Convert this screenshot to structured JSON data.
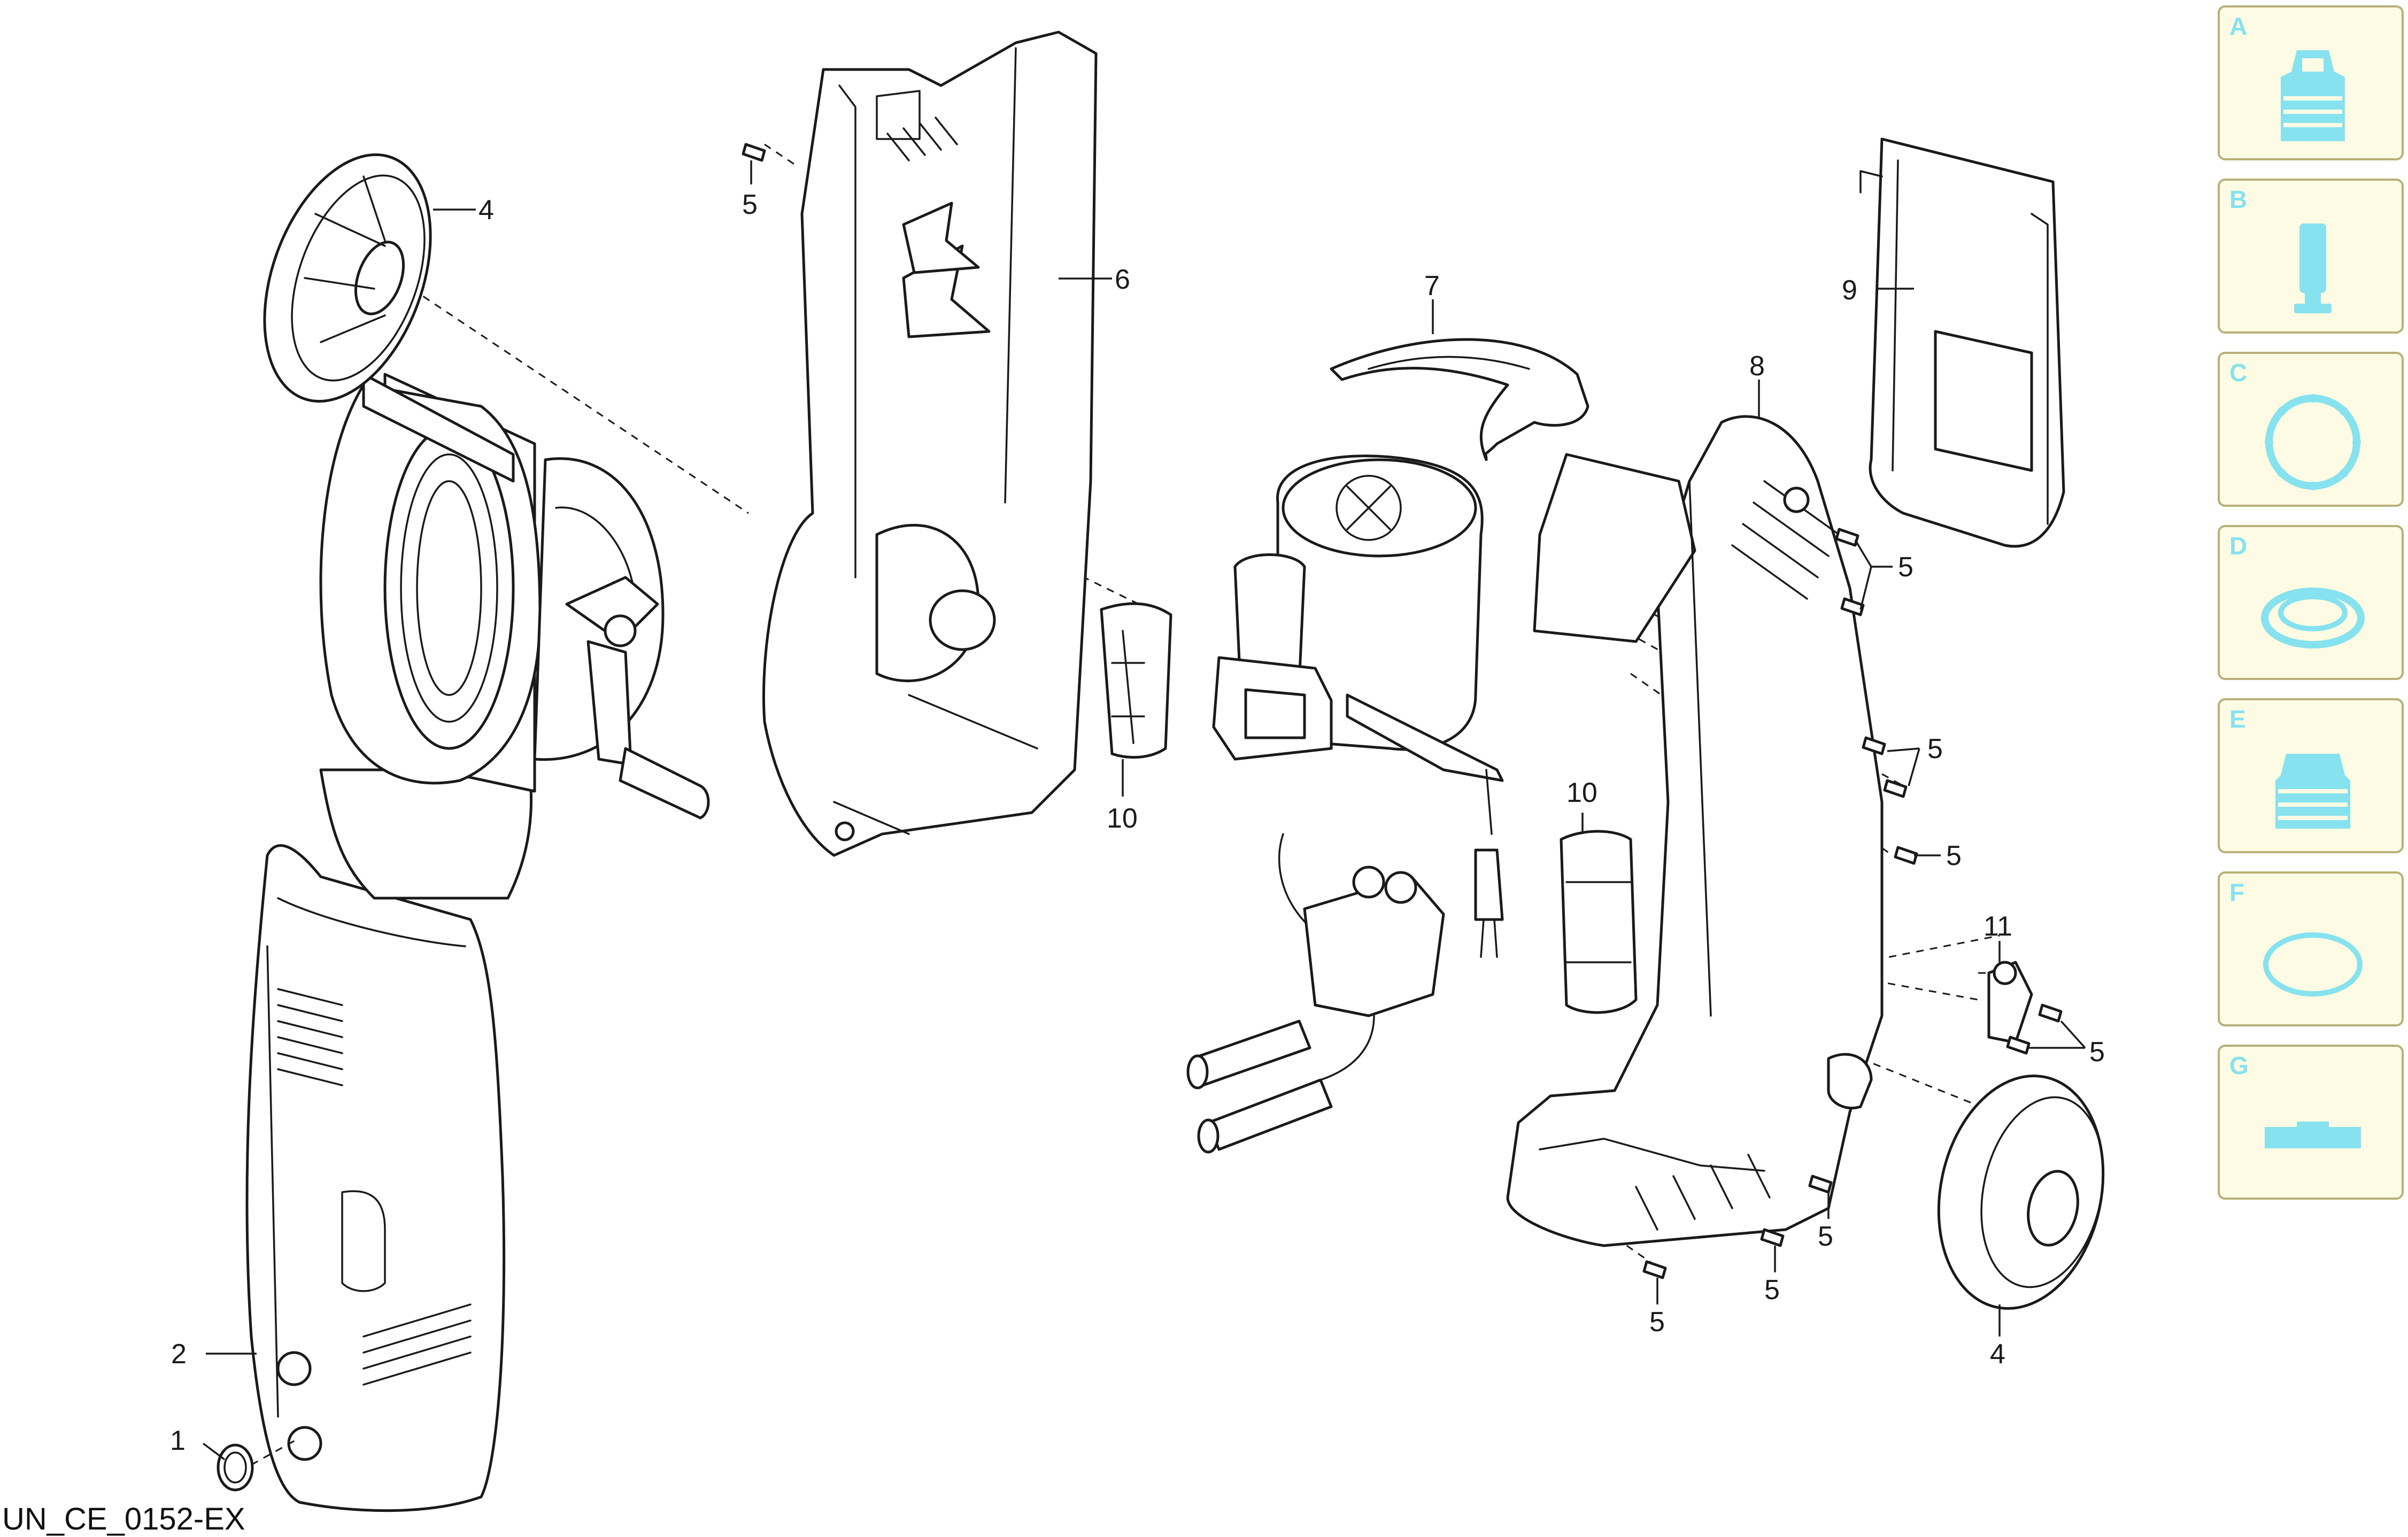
{
  "drawing_id": "UN_CE_0152-EX",
  "callouts": {
    "c1": "1",
    "c2": "2",
    "c4a": "4",
    "c4b": "4",
    "c5a": "5",
    "c5b": "5",
    "c5c": "5",
    "c5d": "5",
    "c5e": "5",
    "c5f": "5",
    "c5g": "5",
    "c5h": "5",
    "c6": "6",
    "c7": "7",
    "c8": "8",
    "c9": "9",
    "c10a": "10",
    "c10b": "10",
    "c11": "11"
  },
  "legend": {
    "accent_color": "#86e2ef",
    "border_color": "#b7b07a",
    "background_color": "#fdfbe3",
    "items": [
      {
        "letter": "A",
        "icon": "nozzle-fitting-icon"
      },
      {
        "letter": "B",
        "icon": "filter-cartridge-icon"
      },
      {
        "letter": "C",
        "icon": "o-ring-icon"
      },
      {
        "letter": "D",
        "icon": "seal-ring-icon"
      },
      {
        "letter": "E",
        "icon": "connector-icon"
      },
      {
        "letter": "F",
        "icon": "gasket-icon"
      },
      {
        "letter": "G",
        "icon": "bracket-icon"
      }
    ]
  }
}
